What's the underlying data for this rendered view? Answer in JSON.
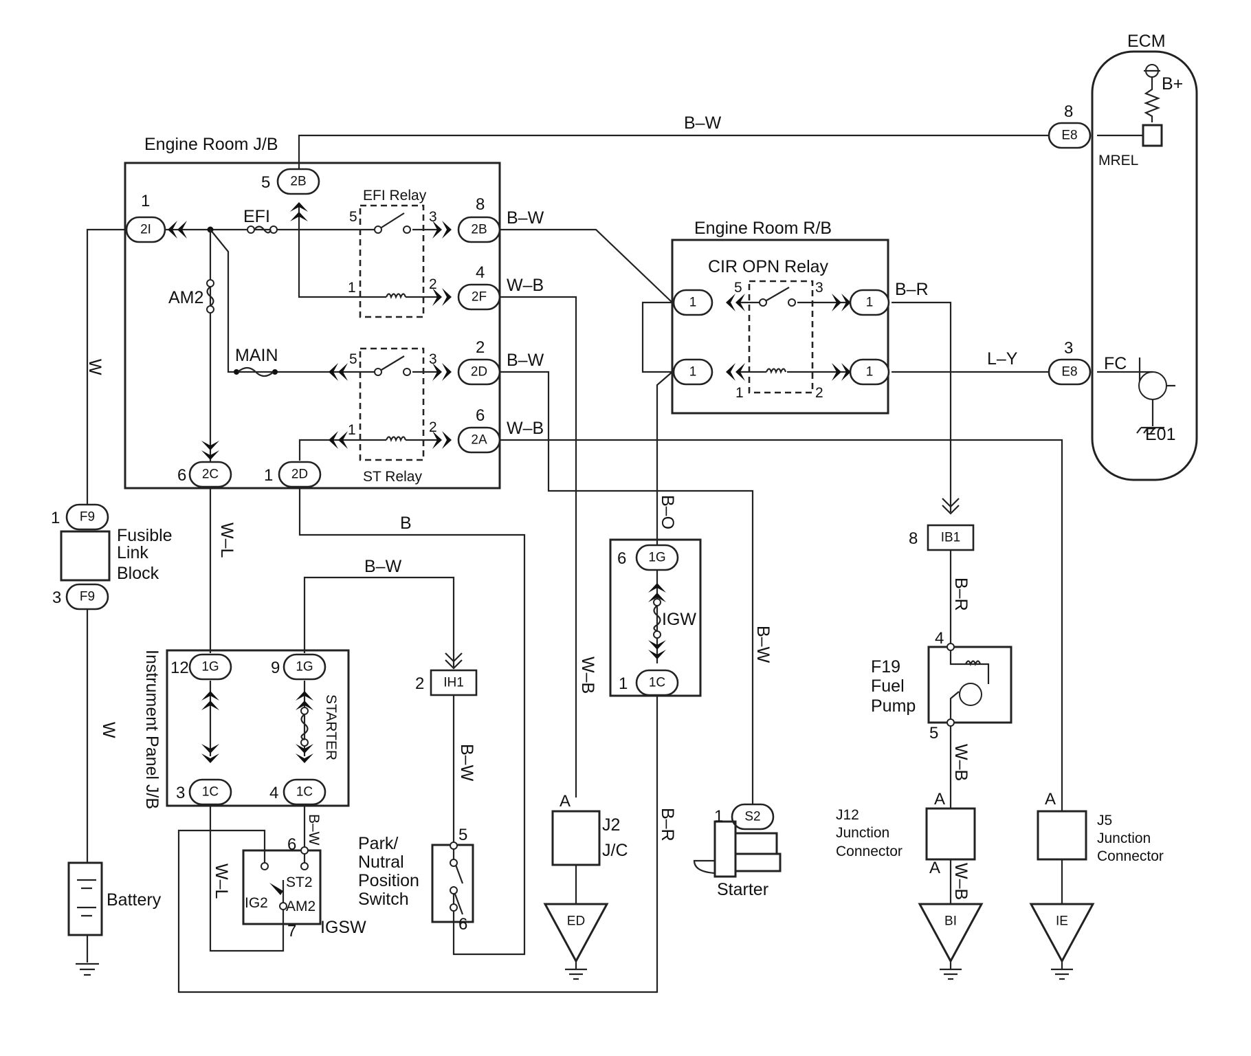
{
  "components": {
    "engine_room_jb": "Engine Room J/B",
    "efi_relay": "EFI Relay",
    "st_relay": "ST Relay",
    "efi_fuse": "EFI",
    "am2_fuse": "AM2",
    "main_fuse": "MAIN",
    "engine_room_rb": "Engine Room R/B",
    "cir_opn_relay": "CIR OPN Relay",
    "ecm": "ECM",
    "b_plus": "B+",
    "mrel": "MREL",
    "fc": "FC",
    "e01": "E01",
    "fusible_link_block": [
      "Fusible",
      "Link",
      "Block"
    ],
    "battery": "Battery",
    "instrument_panel_jb": "Instrument Panel J/B",
    "starter_fuse": "STARTER",
    "igsw": "IGSW",
    "park_switch": [
      "Park/",
      "Nutral",
      "Position",
      "Switch"
    ],
    "igw_fuse": "IGW",
    "j2": [
      "J2",
      "J/C"
    ],
    "starter": "Starter",
    "fuel_pump": [
      "F19",
      "Fuel",
      "Pump"
    ],
    "j12": [
      "J12",
      "Junction",
      "Connector"
    ],
    "j5": [
      "J5",
      "Junction",
      "Connector"
    ],
    "ground_ed": "ED",
    "ground_bi": "BI",
    "ground_ie": "IE"
  },
  "connectors": {
    "2I": "2I",
    "2B_top": "2B",
    "2B": "2B",
    "2F": "2F",
    "2D": "2D",
    "2A": "2A",
    "2C": "2C",
    "2D_bottom": "2D",
    "E8_top": "E8",
    "E8_bottom": "E8",
    "rb1": "1",
    "rb2": "1",
    "rb3": "1",
    "rb4": "1",
    "F9_top": "F9",
    "F9_bottom": "F9",
    "1G_a": "1G",
    "1G_b": "1G",
    "1C_a": "1C",
    "1C_b": "1C",
    "1G_igw": "1G",
    "1C_igw": "1C",
    "IH1": "IH1",
    "IB1": "IB1",
    "S2": "S2"
  },
  "pins": {
    "p2I": "1",
    "p2B_top": "5",
    "p2B": "8",
    "p2F": "4",
    "p2D": "2",
    "p2A": "6",
    "p2C": "6",
    "p2D_bottom": "1",
    "efi_relay_5": "5",
    "efi_relay_3": "3",
    "efi_relay_1": "1",
    "efi_relay_2": "2",
    "st_relay_5": "5",
    "st_relay_3": "3",
    "st_relay_1": "1",
    "st_relay_2": "2",
    "cir_5": "5",
    "cir_3": "3",
    "cir_1": "1",
    "cir_2": "2",
    "pE8_top": "8",
    "pE8_bottom": "3",
    "pF9_top": "1",
    "pF9_bottom": "3",
    "p1G_a": "12",
    "p1G_b": "9",
    "p1C_a": "3",
    "p1C_b": "4",
    "p1G_igw": "6",
    "p1C_igw": "1",
    "pIH1": "2",
    "pIB1": "8",
    "park_5": "5",
    "park_6": "6",
    "igsw_6": "6",
    "igsw_7": "7",
    "pump_4": "4",
    "pump_5": "5",
    "pS2": "1",
    "j2_A": "A",
    "j12_A_top": "A",
    "j12_A_bottom": "A",
    "j5_A": "A"
  },
  "switch_terminals": {
    "st2": "ST2",
    "ig2": "IG2",
    "am2": "AM2"
  },
  "wire_colors": {
    "top_bw": "B–W",
    "efi_out_bw": "B–W",
    "efi_coil_wb": "W–B",
    "main_out_bw": "B–W",
    "st_coil_wb": "W–B",
    "battery_w_upper": "W",
    "battery_w_lower": "W",
    "ig_wl": "W–L",
    "starter_bw": "B–W",
    "park_b": "B",
    "park_bw": "B–W",
    "ed_wb": "W–B",
    "cir_bo": "B–O",
    "igw_br": "B–R",
    "starter_s2_bw": "B–W",
    "cir_br": "B–R",
    "fc_ly": "L–Y",
    "pump_br": "B–R",
    "pump_wb": "W–B",
    "bi_wb": "W–B",
    "igsw_bw": "B–W",
    "igsw_wl": "W–L"
  }
}
